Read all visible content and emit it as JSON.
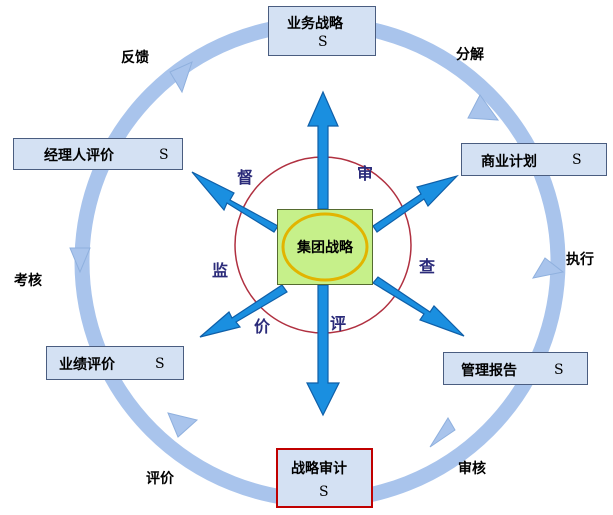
{
  "colors": {
    "ring": "#a9c4ec",
    "arrow_fill": "#1a8fe0",
    "arrow_stroke": "#0f5fa8",
    "node_fill": "#d4e1f3",
    "node_border": "#4a5d80",
    "audit_border": "#c00000",
    "center_fill": "#c6f08a",
    "center_ellipse": "#e2b400",
    "inner_circle": "#b03040",
    "inner_label": "#2b2b7a"
  },
  "nodes": {
    "business_strategy": {
      "label": "业务战略",
      "suffix": "S"
    },
    "business_plan": {
      "label": "商业计划",
      "suffix": "S"
    },
    "management_report": {
      "label": "管理报告",
      "suffix": "S"
    },
    "strategy_audit": {
      "label": "战略审计",
      "suffix": "S"
    },
    "performance_eval": {
      "label": "业绩评价",
      "suffix": "S"
    },
    "manager_eval": {
      "label": "经理人评价",
      "suffix": "S"
    }
  },
  "cycle_labels": {
    "decompose": "分解",
    "execute": "执行",
    "review": "审核",
    "evaluate": "评价",
    "assess": "考核",
    "feedback": "反馈"
  },
  "center": {
    "label": "集团战略"
  },
  "inner_labels": {
    "du": "督",
    "shen": "审",
    "cha": "查",
    "ping": "评",
    "jia": "价",
    "jian": "监"
  },
  "icons": [
    "cycle-arrow-icon",
    "radial-arrow-icon"
  ]
}
